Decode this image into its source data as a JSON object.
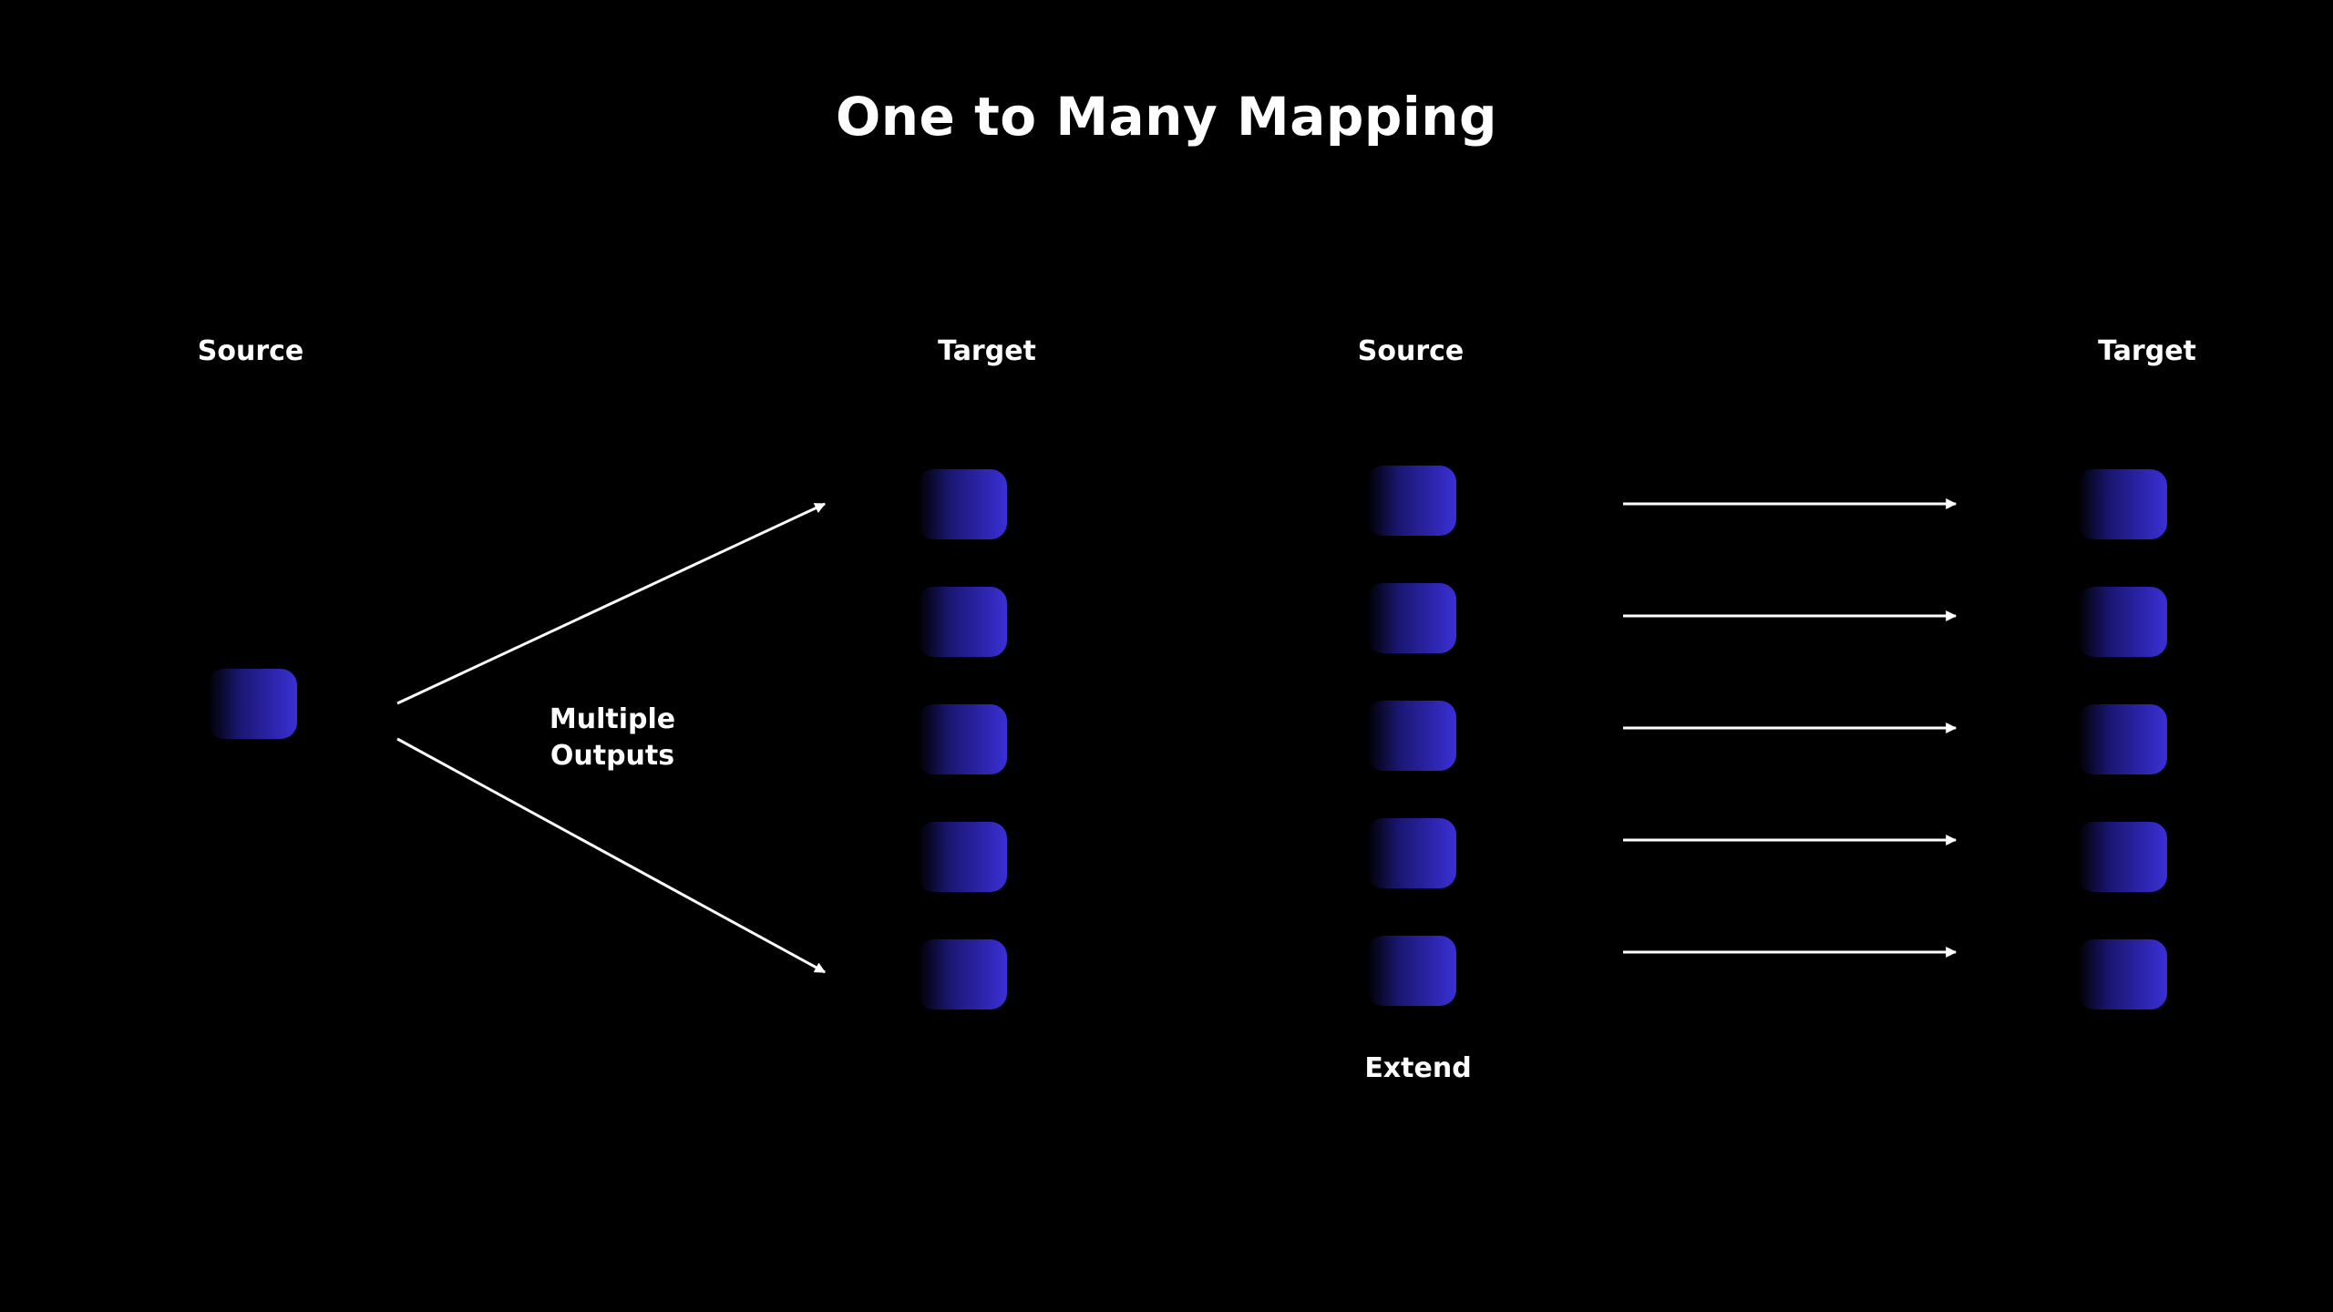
{
  "title": "One to Many Mapping",
  "left_panel": {
    "source_label": "Source",
    "target_label": "Target",
    "edge_label": "Multiple Outputs",
    "source_count": 1,
    "target_count": 5
  },
  "right_panel": {
    "source_label": "Source",
    "target_label": "Target",
    "footer_label": "Extend",
    "source_count": 5,
    "target_count": 5,
    "arrow_count": 5
  },
  "colors": {
    "background": "#000000",
    "box_gradient_start": "#000000",
    "box_gradient_end": "#3a2fd6",
    "text": "#ffffff",
    "arrow": "#ffffff"
  },
  "icons": {
    "arrow": "arrow-right-icon"
  }
}
